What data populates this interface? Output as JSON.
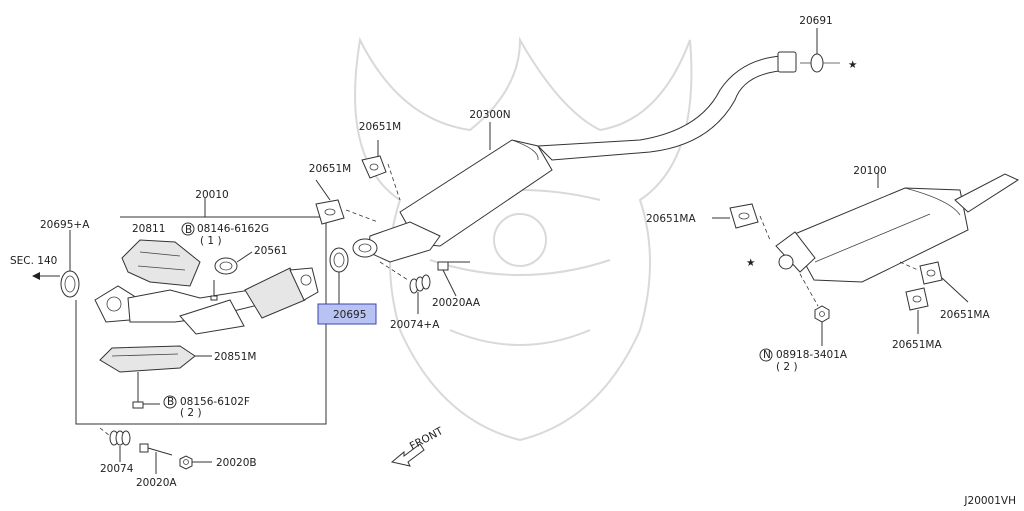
{
  "diagram_code": "J20001VH",
  "labels": {
    "p20691": "20691",
    "p20300N": "20300N",
    "p20651M_a": "20651M",
    "p20651M_b": "20651M",
    "p20100": "20100",
    "p20651MA_a": "20651MA",
    "p20651MA_b": "20651MA",
    "p20651MA_c": "20651MA",
    "p20010": "20010",
    "p20695A": "20695+A",
    "p20811": "20811",
    "b08146": "08146-6162G",
    "b08146_qty": "( 1 )",
    "p20561": "20561",
    "sec140": "SEC. 140",
    "p20695": "20695",
    "p20020AA": "20020AA",
    "p20074A": "20074+A",
    "p20851M": "20851M",
    "b08156": "08156-6102F",
    "b08156_qty": "( 2 )",
    "n08918": "08918-3401A",
    "n08918_qty": "( 2 )",
    "p20074": "20074",
    "p20020A": "20020A",
    "p20020B": "20020B",
    "front": "FRONT",
    "star": "★",
    "circle_b": "B",
    "circle_n": "N"
  }
}
